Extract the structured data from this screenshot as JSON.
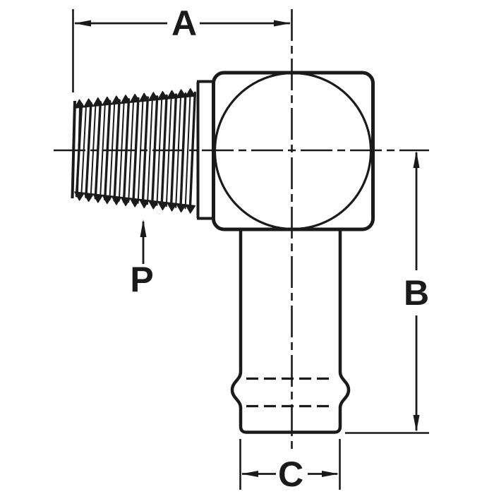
{
  "figure": {
    "kind": "technical-line-drawing",
    "subject": "90-degree male pipe thread to hose barb elbow fitting",
    "labels": {
      "a": "A",
      "b": "B",
      "c": "C",
      "p": "P"
    }
  },
  "colors": {
    "ink": "#1a1a1a",
    "paper": "#ffffff"
  }
}
